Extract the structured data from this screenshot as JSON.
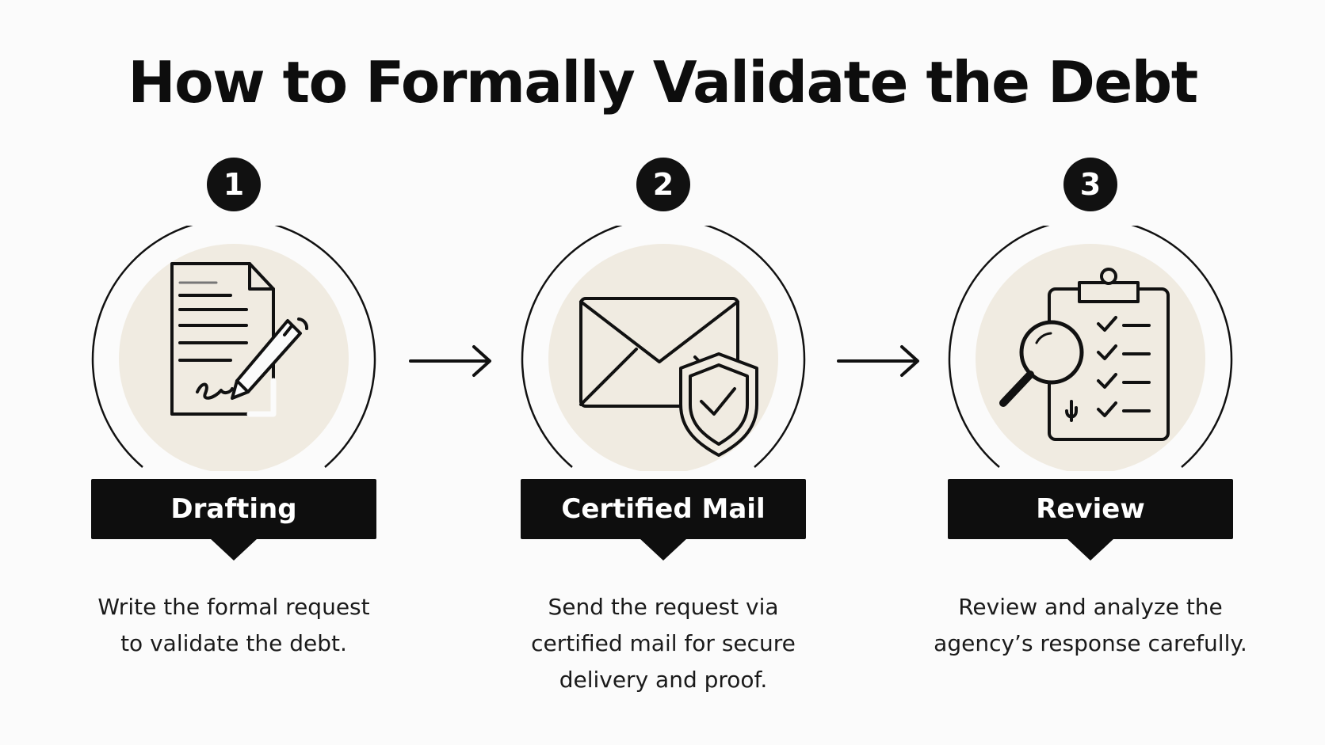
{
  "title": "How to Formally Validate the Debt",
  "steps": [
    {
      "number": "1",
      "label": "Drafting",
      "description_lines": [
        "Write the formal request",
        "to validate the debt."
      ],
      "icon": "document-pen-icon"
    },
    {
      "number": "2",
      "label": "Certified Mail",
      "description_lines": [
        "Send the request via",
        "certified mail for secure",
        "delivery and proof."
      ],
      "icon": "envelope-shield-icon"
    },
    {
      "number": "3",
      "label": "Review",
      "description_lines": [
        "Review and analyze the",
        "agency’s response carefully."
      ],
      "icon": "clipboard-magnifier-icon"
    }
  ],
  "colors": {
    "ink": "#111111",
    "badge": "#0e0e0e",
    "circle_fill": "#f0ebe1",
    "background": "#fbfbfb"
  }
}
